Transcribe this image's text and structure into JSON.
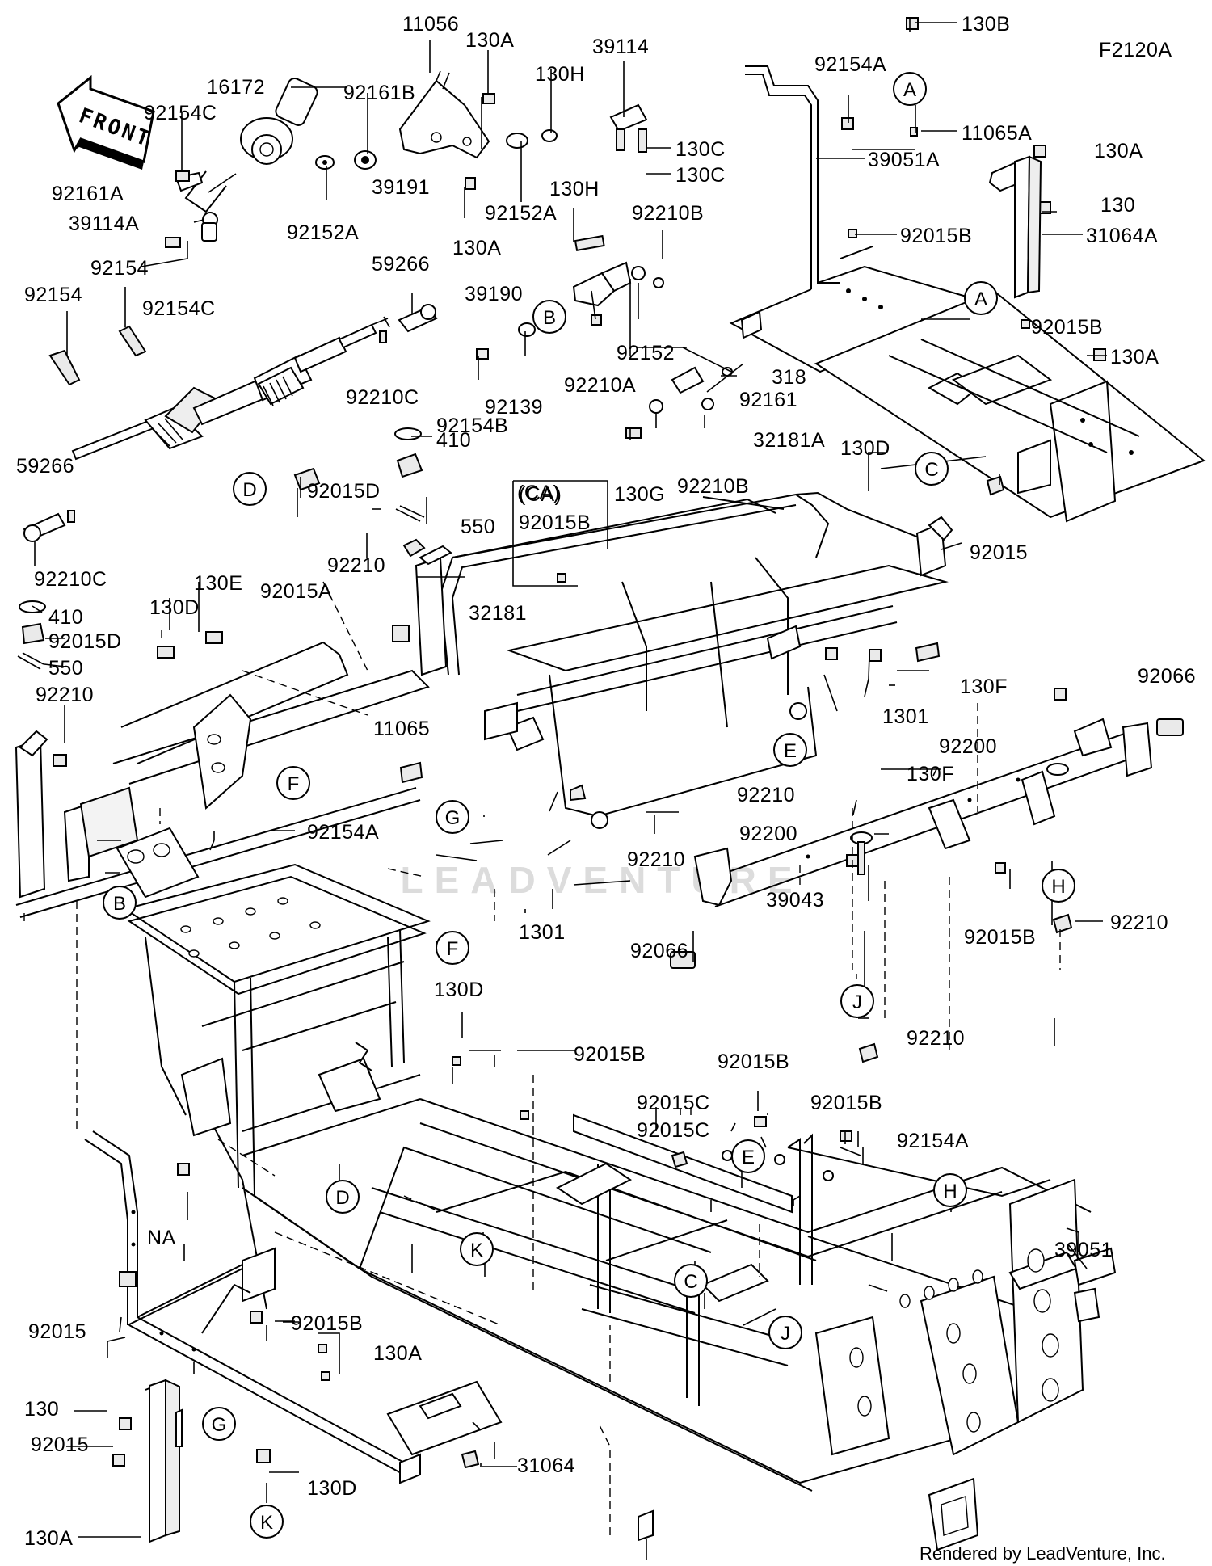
{
  "figure_code": "F2120A",
  "footer": "Rendered by LeadVenture, Inc.",
  "watermark": "LEADVENTURE",
  "front_label": "FRONT",
  "variant_box_label": "(CA)",
  "colors": {
    "line": "#000000",
    "background": "#ffffff",
    "watermark": "#d9d9d9"
  },
  "part_labels": [
    "11056",
    "130A",
    "39114",
    "130B",
    "F2120A",
    "16172",
    "92154C",
    "92161B",
    "130H",
    "92154A",
    "11065A",
    "130C",
    "130C",
    "39051A",
    "130A",
    "92161A",
    "39114A",
    "92152A",
    "39191",
    "92152A",
    "130A",
    "130",
    "130H",
    "92210B",
    "92015B",
    "31064A",
    "92154",
    "59266",
    "92154C",
    "92154",
    "39190",
    "92015B",
    "130A",
    "92152",
    "92210A",
    "318",
    "92210C",
    "92154B",
    "92139",
    "92161",
    "410",
    "32181A",
    "130D",
    "59266",
    "92015D",
    "92210B",
    "130G",
    "550",
    "92015",
    "92210C",
    "(CA)",
    "92015B",
    "92015A",
    "92210",
    "130E",
    "410",
    "130D",
    "32181",
    "92015D",
    "550",
    "92066",
    "130F",
    "1301",
    "92210",
    "11065",
    "92200",
    "130F",
    "92210",
    "92154A",
    "92210",
    "92200",
    "39043",
    "92210",
    "1301",
    "92015B",
    "92066",
    "92210",
    "130D",
    "92015B",
    "92015B",
    "92015C",
    "92015B",
    "92015C",
    "92154A",
    "NA",
    "39051",
    "92015",
    "92015B",
    "130A",
    "130",
    "92015",
    "31064",
    "130A",
    "130D"
  ],
  "callouts": [
    "A",
    "A",
    "B",
    "B",
    "C",
    "C",
    "D",
    "D",
    "E",
    "E",
    "F",
    "F",
    "G",
    "G",
    "H",
    "H",
    "J",
    "J",
    "K",
    "K"
  ]
}
